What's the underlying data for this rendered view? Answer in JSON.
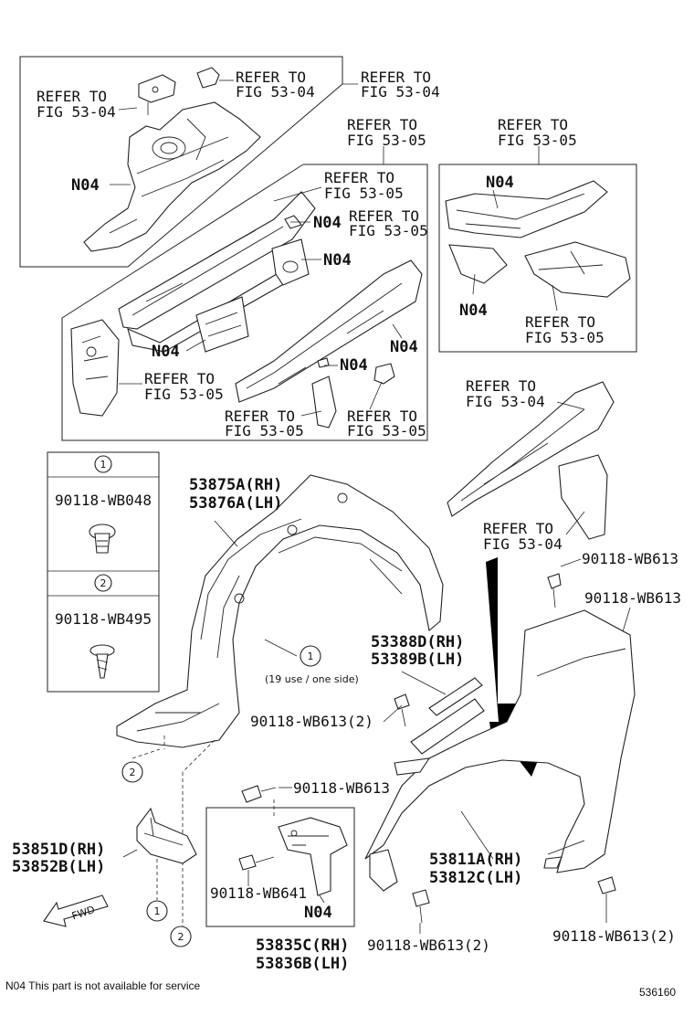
{
  "labels": {
    "refer_5304_top_mid": [
      "REFER TO",
      "FIG 53-04"
    ],
    "refer_5304_top_right": [
      "REFER TO",
      "FIG 53-04"
    ],
    "refer_5304_top_left": [
      "REFER TO",
      "FIG 53-04"
    ],
    "n04_apron": "N04",
    "refer_5305_mid": [
      "REFER TO",
      "FIG 53-05"
    ],
    "refer_5305_right": [
      "REFER TO",
      "FIG 53-05"
    ],
    "refer_5305_rail_a": [
      "REFER TO",
      "FIG 53-05"
    ],
    "refer_5305_rail_b": [
      "REFER TO",
      "FIG 53-05"
    ],
    "n04_bracket_a": "N04",
    "n04_bracket_b": "N04",
    "n04_rail_low": "N04",
    "n04_rail_right": "N04",
    "n04_rail_mid": "N04",
    "refer_5305_plate": [
      "REFER TO",
      "FIG 53-05"
    ],
    "refer_5305_bottom_left": [
      "REFER TO",
      "FIG 53-05"
    ],
    "refer_5305_bottom_right": [
      "REFER TO",
      "FIG 53-05"
    ],
    "n04_right_top": "N04",
    "n04_right_low": "N04",
    "refer_5305_right_box": [
      "REFER TO",
      "FIG 53-05"
    ],
    "refer_5304_cowl": [
      "REFER TO",
      "FIG 53-04"
    ],
    "refer_5304_cowl_low": [
      "REFER TO",
      "FIG 53-04"
    ],
    "liner_part": [
      "53875A(RH)",
      "53876A(LH)"
    ],
    "clip_1_callout": "1",
    "clip_1_note": "(19 use / one side)",
    "seal_part": [
      "53388D(RH)",
      "53389B(LH)"
    ],
    "bolt_wb613_a": "90118-WB613",
    "bolt_wb613_b": "90118-WB613",
    "bolt_wb613_2_a": "90118-WB613(2)",
    "bolt_wb613_c": "90118-WB613",
    "bolt_wb613_2_b": "90118-WB613(2)",
    "bolt_wb613_2_c": "90118-WB613(2)",
    "fender_part": [
      "53811A(RH)",
      "53812C(LH)"
    ],
    "bracket_part": [
      "53851D(RH)",
      "53852B(LH)"
    ],
    "bolt_wb641": "90118-WB641",
    "n04_bracket_box": "N04",
    "support_part": [
      "53835C(RH)",
      "53836B(LH)"
    ],
    "callout_2_left": "2",
    "callout_1_bottom": "1",
    "callout_2_bottom": "2",
    "fwd": "FWD",
    "footer_note": "N04 This part is not available for service",
    "figure_number": "536160"
  },
  "legend": {
    "item1_number": "1",
    "item1_part": "90118-WB048",
    "item2_number": "2",
    "item2_part": "90118-WB495"
  }
}
